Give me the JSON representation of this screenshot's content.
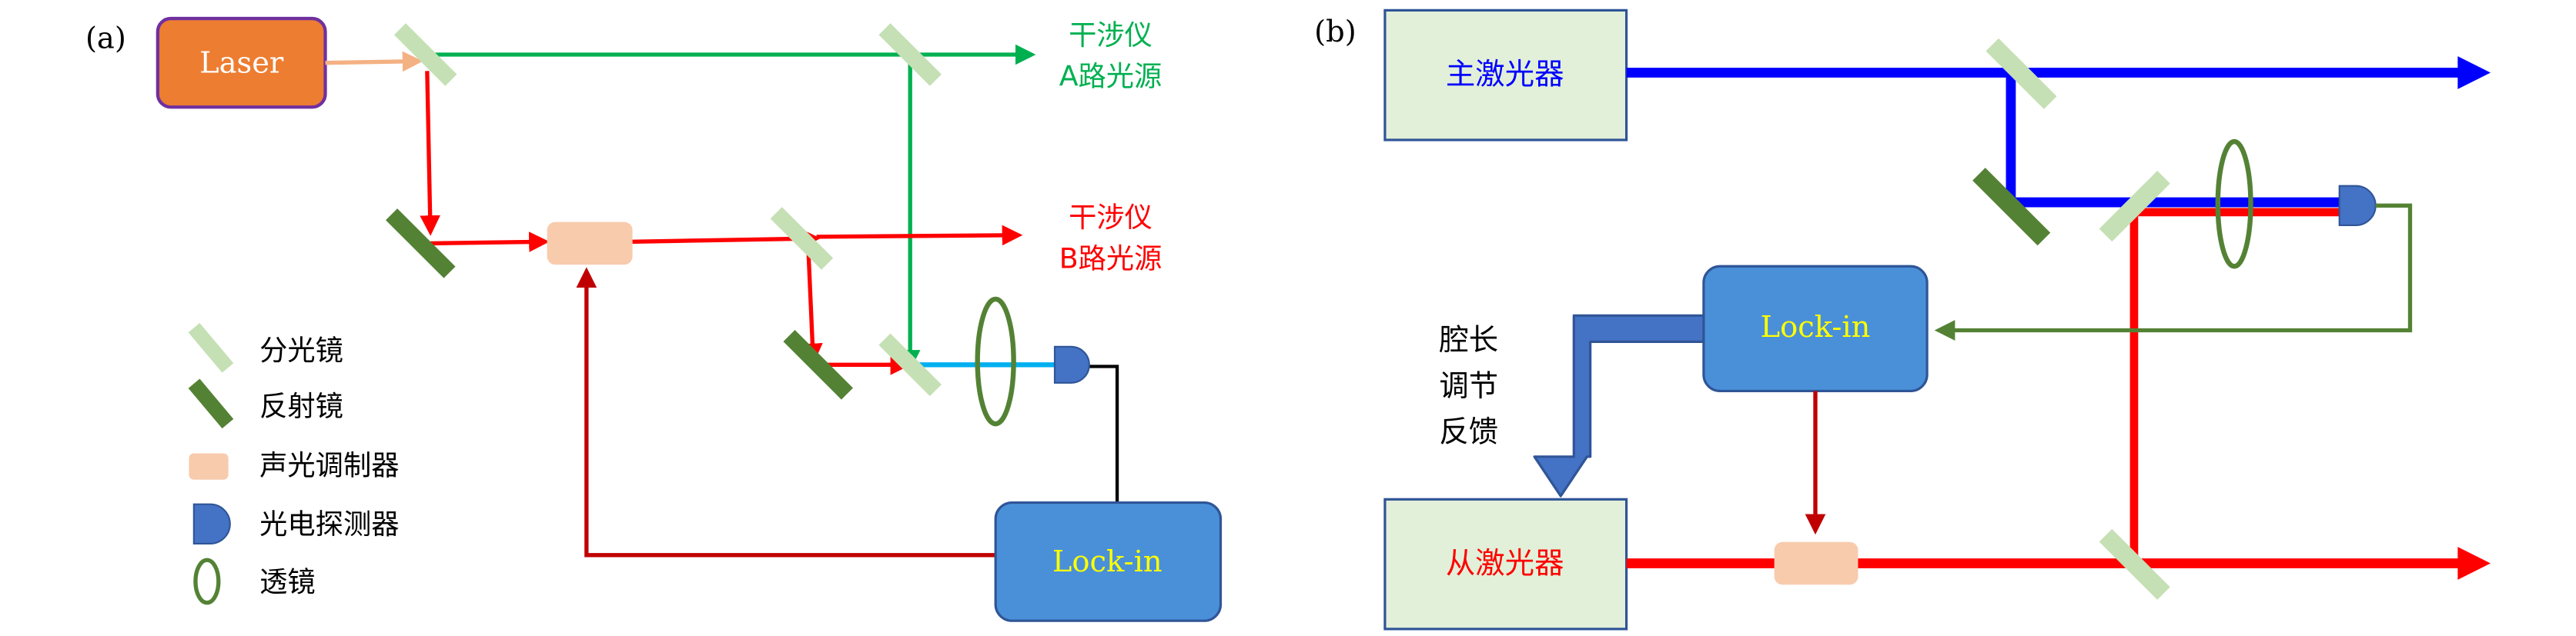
{
  "panel_a": {
    "panel_label": "(a)",
    "laser_label": "Laser",
    "output_a": {
      "line1": "干涉仪",
      "line2": "A路光源"
    },
    "output_b": {
      "line1": "干涉仪",
      "line2": "B路光源"
    },
    "lockin_label": "Lock-in",
    "legend": [
      {
        "icon": "beam-splitter-icon",
        "label": "分光镜"
      },
      {
        "icon": "mirror-icon",
        "label": "反射镜"
      },
      {
        "icon": "aom-icon",
        "label": "声光调制器"
      },
      {
        "icon": "photodetector-icon",
        "label": "光电探测器"
      },
      {
        "icon": "lens-icon",
        "label": "透镜"
      }
    ]
  },
  "panel_b": {
    "panel_label": "(b)",
    "master_label": "主激光器",
    "slave_label": "从激光器",
    "lockin_label": "Lock-in",
    "feedback_label": {
      "line1": "腔长",
      "line2": "调节",
      "line3": "反馈"
    }
  },
  "colors": {
    "laser_fill": "#ED7D31",
    "laser_border": "#7030A0",
    "green_beam": "#00B050",
    "red_beam": "#FF0000",
    "dark_red": "#C00000",
    "blue_beam": "#0000FF",
    "cyan_beam": "#00B0F0",
    "splitter": "#C5E0B4",
    "mirror": "#548235",
    "aom": "#F8CBAD",
    "detector": "#4472C4",
    "lockin_fill": "#4A90D9",
    "box_fill": "#E2F0D9",
    "label_a": "#00B050",
    "label_b": "#FF0000",
    "lockin_text": "#FFFF00",
    "master_text": "#0000FF",
    "slave_text": "#FF0000"
  }
}
